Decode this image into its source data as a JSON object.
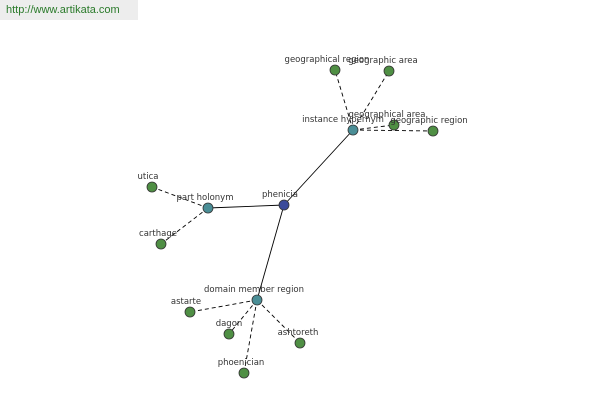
{
  "watermark": "http://www.artikata.com",
  "colors": {
    "center": "#3a4a9a",
    "relation": "#4a8e96",
    "leaf": "#4f8f44",
    "edge": "#000000",
    "node_stroke": "#333333"
  },
  "graph": {
    "center": {
      "id": "phenicia",
      "label": "phenicia"
    },
    "relations": [
      {
        "id": "instance-hypernym",
        "label": "instance hypernym",
        "leaves": [
          "geographical region",
          "geographic area",
          "geographical area",
          "geographic region"
        ]
      },
      {
        "id": "part-holonym",
        "label": "part holonym",
        "leaves": [
          "utica",
          "carthage"
        ]
      },
      {
        "id": "domain-member-region",
        "label": "domain member region",
        "leaves": [
          "astarte",
          "dagon",
          "ashtoreth",
          "phoenician"
        ]
      }
    ]
  }
}
